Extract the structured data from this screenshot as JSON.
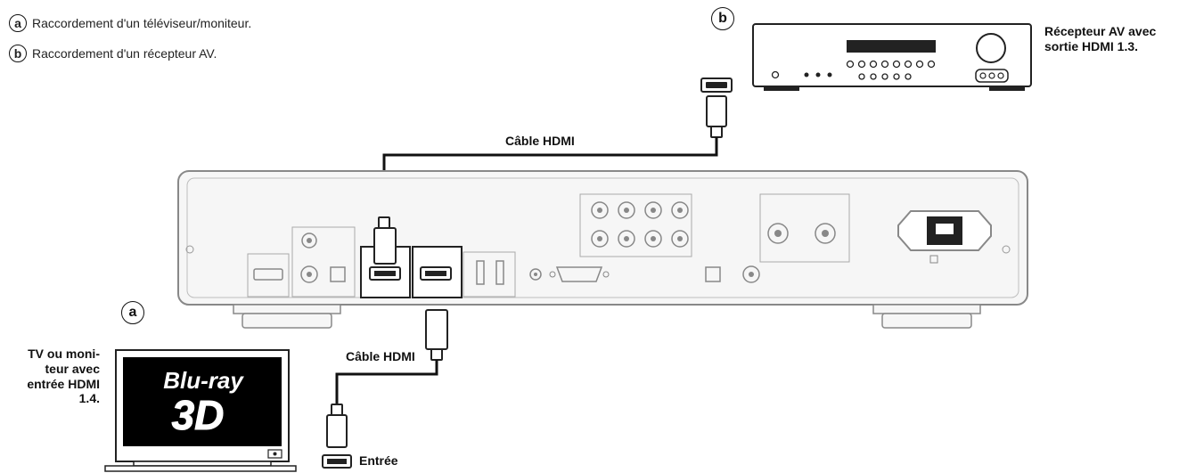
{
  "legend": {
    "items": [
      {
        "marker": "a",
        "text": "Raccordement d'un téléviseur/moniteur."
      },
      {
        "marker": "b",
        "text": "Raccordement d'un récepteur AV."
      }
    ]
  },
  "markers": {
    "a": "a",
    "b": "b"
  },
  "receiver": {
    "caption_line1": "Récepteur AV avec",
    "caption_line2": "sortie HDMI 1.3."
  },
  "tv": {
    "caption_line1": "TV ou moni-",
    "caption_line2": "teur avec",
    "caption_line3": "entrée HDMI",
    "caption_line4": "1.4.",
    "logo_line1": "Blu-ray",
    "logo_line2": "3D"
  },
  "cables": {
    "top_label": "Câble HDMI",
    "bottom_label": "Câble HDMI"
  },
  "input_label": "Entrée",
  "colors": {
    "line": "#111111",
    "panel": "#f4f4f4",
    "panel_stroke": "#8a8a8a",
    "port": "#ffffff"
  }
}
